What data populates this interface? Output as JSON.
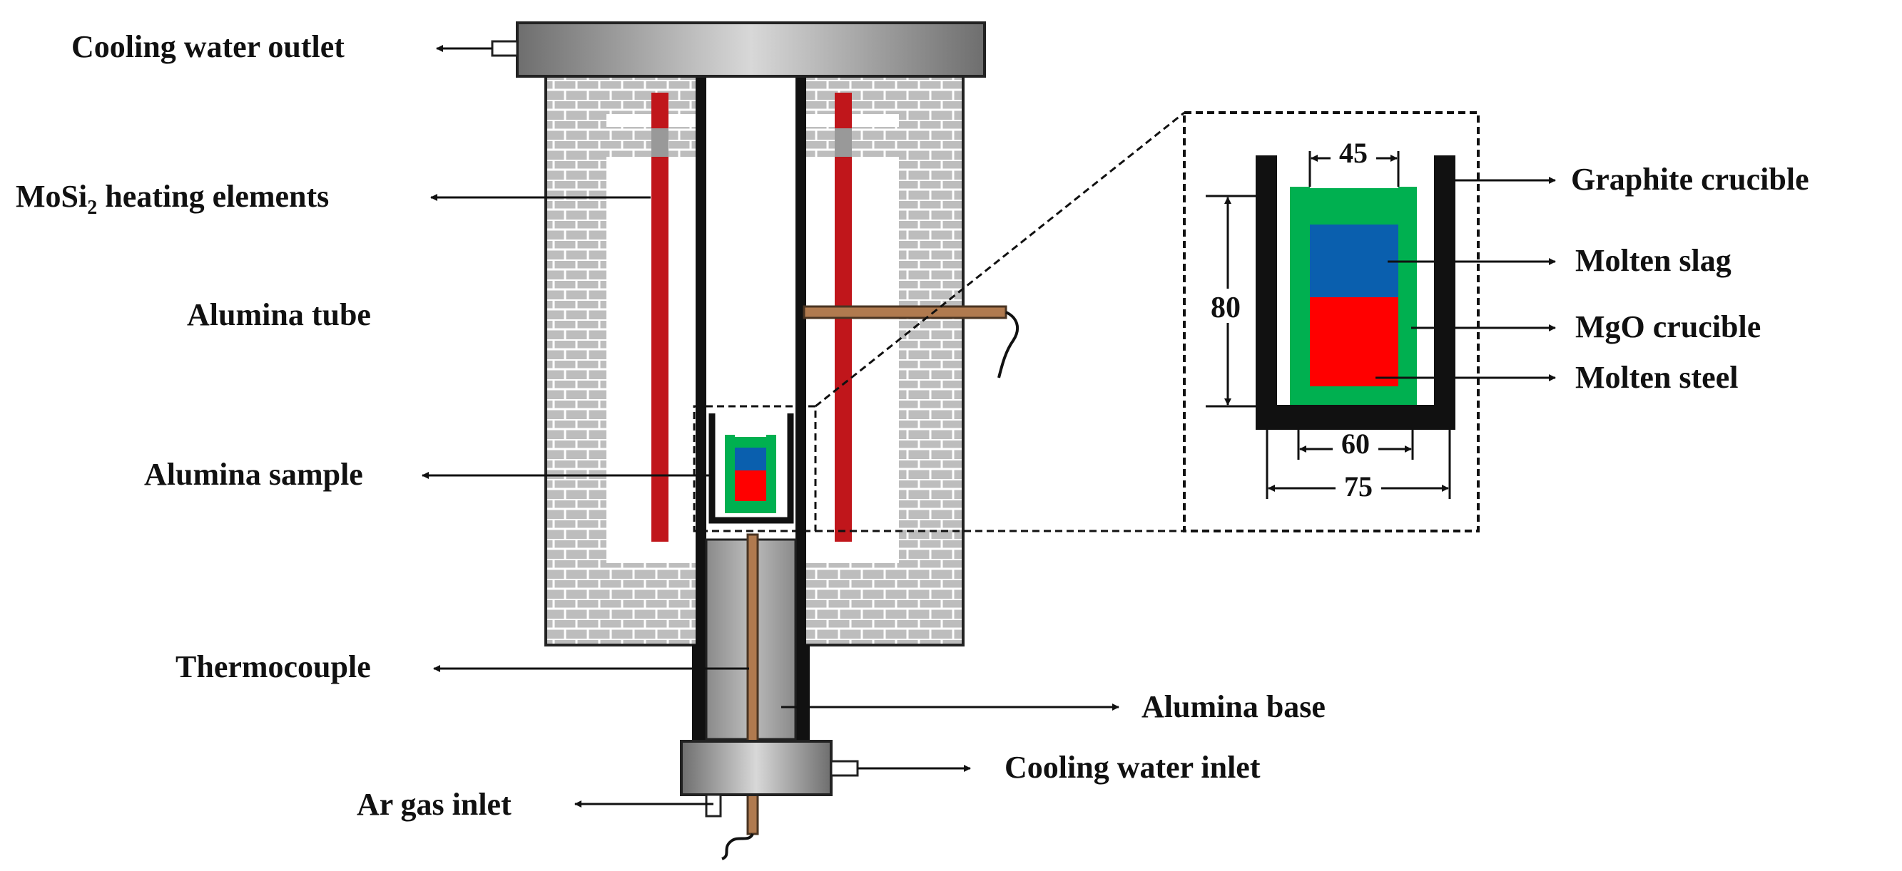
{
  "labels": {
    "cooling_water_outlet": "Cooling water outlet",
    "heating_elements_prefix": "MoSi",
    "heating_elements_subscript": "2",
    "heating_elements_suffix": " heating elements",
    "alumina_tube": "Alumina tube",
    "alumina_sample": "Alumina sample",
    "thermocouple": "Thermocouple",
    "alumina_base": "Alumina base",
    "cooling_water_inlet": "Cooling water inlet",
    "ar_gas_inlet": "Ar gas inlet",
    "graphite_crucible": "Graphite crucible",
    "molten_slag": "Molten slag",
    "mgo_crucible": "MgO crucible",
    "molten_steel": "Molten steel"
  },
  "dimensions": {
    "inner_top": "45",
    "height": "80",
    "inner_bottom": "60",
    "outer_bottom": "75"
  },
  "colors": {
    "brick_fill": "#bdbdbd",
    "brick_mortar": "#ffffff",
    "heater_red": "#c0161b",
    "heater_gray": "#999999",
    "slag_blue": "#0a5fae",
    "steel_red": "#ff0000",
    "mgo_green": "#00b050",
    "graphite_black": "#111111",
    "copper": "#b07a4f",
    "cap_gray": "#7a7a7a"
  }
}
